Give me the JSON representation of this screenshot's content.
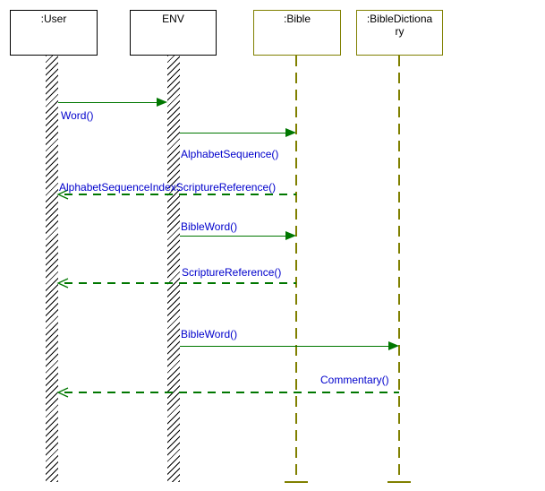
{
  "diagram": {
    "type": "uml-sequence-diagram",
    "colors": {
      "message_line": "#007700",
      "message_label_text": "#0000cc",
      "lifeline_olive": "#808000",
      "head_border_black": "#000000",
      "background": "#ffffff"
    },
    "lifelines": [
      {
        "id": "user",
        "label": ":User",
        "head_style": "black",
        "activation": "hatched-bar"
      },
      {
        "id": "env",
        "label": "ENV",
        "head_style": "black",
        "activation": "hatched-bar"
      },
      {
        "id": "bible",
        "label": ":Bible",
        "head_style": "olive",
        "activation": "dashed-line"
      },
      {
        "id": "bibledictionary",
        "label": ":BibleDictionary",
        "label_lines": [
          ":BibleDictiona",
          "ry"
        ],
        "head_style": "olive",
        "activation": "dashed-line"
      }
    ],
    "messages": [
      {
        "label": "Word()",
        "from": ":User",
        "to": "ENV",
        "kind": "call-solid"
      },
      {
        "label": "AlphabetSequence()",
        "from": "ENV",
        "to": ":Bible",
        "kind": "call-solid"
      },
      {
        "label": "AlphabetSequenceIndexScriptureReference()",
        "from": ":Bible",
        "to": ":User",
        "kind": "return-dashed"
      },
      {
        "label": "BibleWord()",
        "from": "ENV",
        "to": ":Bible",
        "kind": "call-solid"
      },
      {
        "label": "ScriptureReference()",
        "from": ":Bible",
        "to": ":User",
        "kind": "return-dashed"
      },
      {
        "label": "BibleWord()",
        "from": "ENV",
        "to": ":BibleDictionary",
        "kind": "call-solid"
      },
      {
        "label": "Commentary()",
        "from": ":BibleDictionary",
        "to": ":User",
        "kind": "return-dashed"
      }
    ]
  }
}
